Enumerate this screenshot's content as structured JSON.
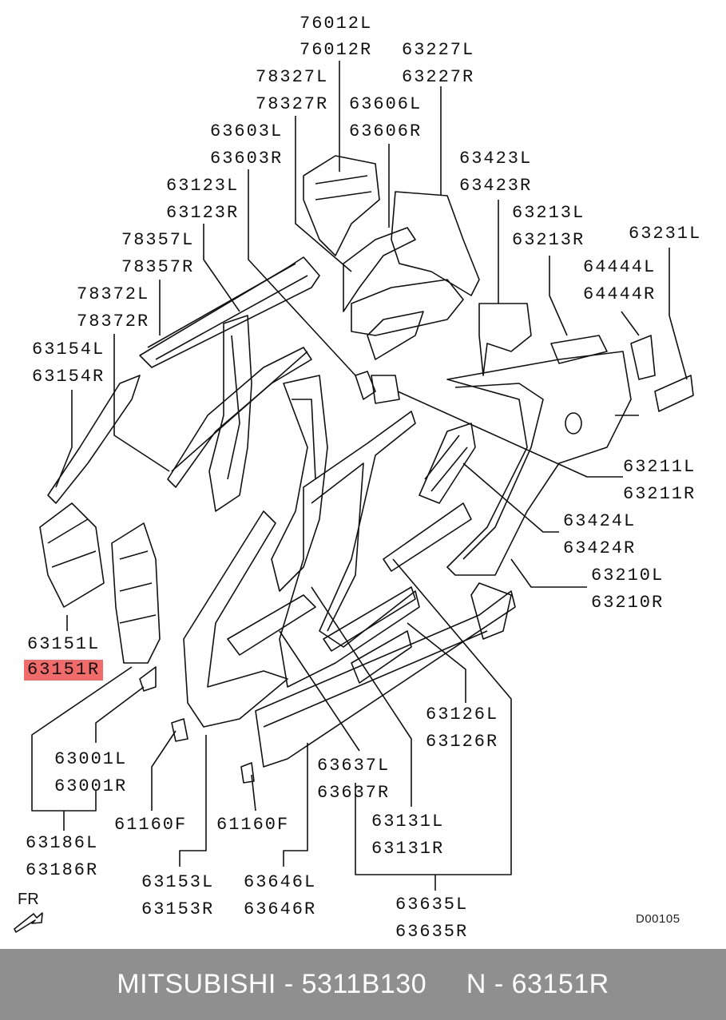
{
  "part_labels": [
    "76012L",
    "76012R",
    "63227L",
    "63227R",
    "78327L",
    "78327R",
    "63606L",
    "63606R",
    "63603L",
    "63603R",
    "63423L",
    "63423R",
    "63123L",
    "63123R",
    "63213L",
    "63213R",
    "63231L",
    "78357L",
    "78357R",
    "64444L",
    "64444R",
    "78372L",
    "78372R",
    "63154L",
    "63154R",
    "63211L",
    "63211R",
    "63424L",
    "63424R",
    "63210L",
    "63210R",
    "63151L",
    "63151R",
    "63126L",
    "63126R",
    "63001L",
    "63001R",
    "63637L",
    "63637R",
    "63131L",
    "63131R",
    "61160F",
    "61160F",
    "63186L",
    "63186R",
    "63153L",
    "63153R",
    "63646L",
    "63646R",
    "63635L",
    "63635R"
  ],
  "highlighted_label": "63151R",
  "highlight_color": "#f26b6b",
  "direction_label": "FR",
  "diagram_code": "D00105",
  "footer": {
    "text": "MITSUBISHI - 5311B130     N - 63151R",
    "background": "#8f8f8f"
  }
}
